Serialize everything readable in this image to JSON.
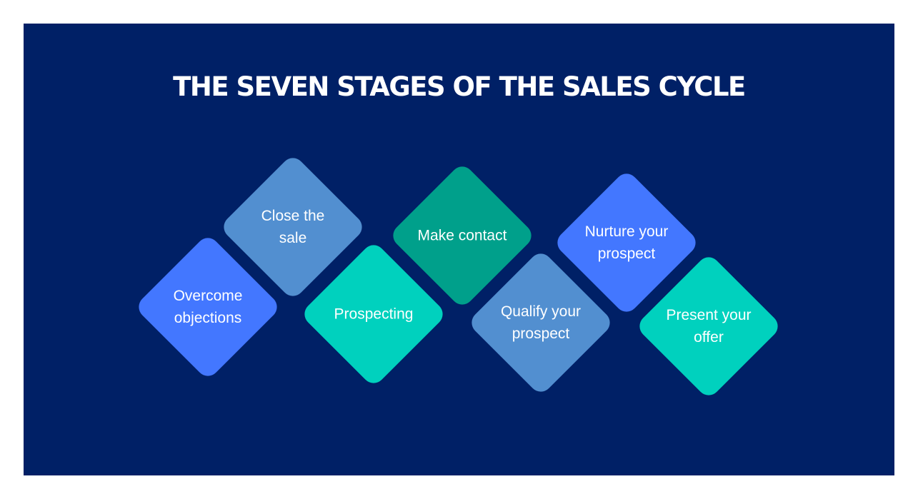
{
  "title": "THE SEVEN STAGES OF THE SALES CYCLE",
  "colors": {
    "background": "#002066",
    "blue": "#4377FF",
    "steel_blue": "#528FD0",
    "teal": "#00D1BE",
    "dark_teal": "#00A08B"
  },
  "stages": [
    {
      "label": "Overcome\nobjections",
      "color": "#4377FF"
    },
    {
      "label": "Close the\nsale",
      "color": "#528FD0"
    },
    {
      "label": "Prospecting",
      "color": "#00D1BE"
    },
    {
      "label": "Make contact",
      "color": "#00A08B"
    },
    {
      "label": "Qualify your\nprospect",
      "color": "#528FD0"
    },
    {
      "label": "Nurture your\nprospect",
      "color": "#4377FF"
    },
    {
      "label": "Present your\noffer",
      "color": "#00D1BE"
    }
  ]
}
